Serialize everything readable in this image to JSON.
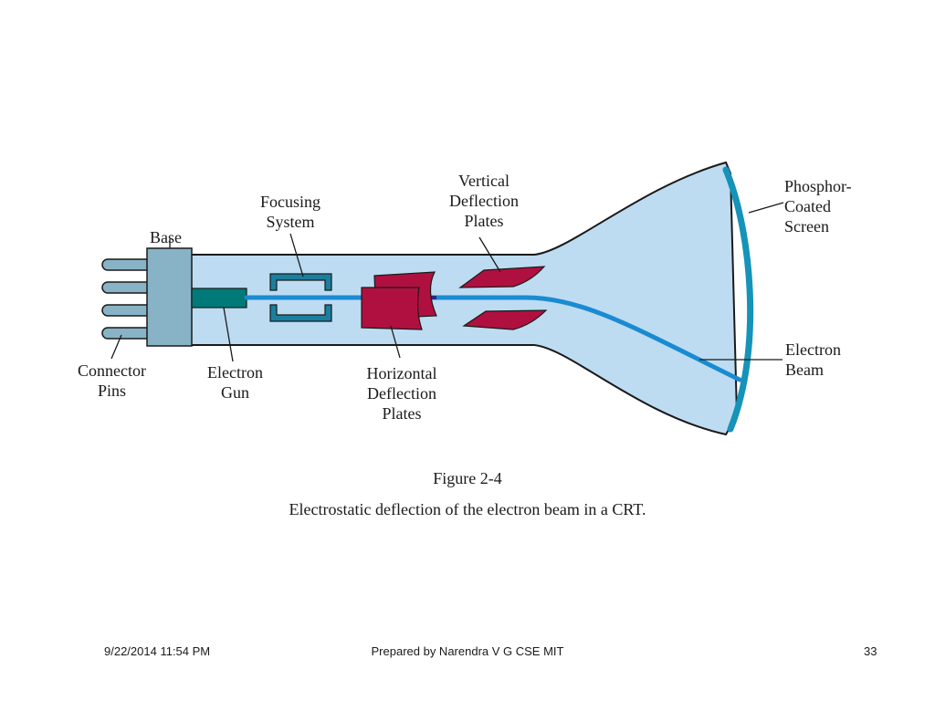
{
  "diagram": {
    "labels": {
      "base": [
        "Base"
      ],
      "focusing_system": [
        "Focusing",
        "System"
      ],
      "vertical_plates": [
        "Vertical",
        "Deflection",
        "Plates"
      ],
      "phosphor_screen": [
        "Phosphor-",
        "Coated",
        "Screen"
      ],
      "connector_pins": [
        "Connector",
        "Pins"
      ],
      "electron_gun": [
        "Electron",
        "Gun"
      ],
      "horizontal_plates": [
        "Horizontal",
        "Deflection",
        "Plates"
      ],
      "electron_beam": [
        "Electron",
        "Beam"
      ]
    },
    "colors": {
      "tube_fill": "#bddcf2",
      "tube_outline": "#1a1a1a",
      "base_fill": "#88b3c6",
      "connector_pin": "#88b3c6",
      "electron_gun": "#007a78",
      "focusing_system": "#1a7f9e",
      "deflection_plates": "#b0103f",
      "beam": "#1a8bd1",
      "screen": "#1593b8"
    }
  },
  "caption": {
    "figure_number": "Figure 2-4",
    "text": "Electrostatic deflection of the electron beam in a CRT."
  },
  "footer": {
    "date": "9/22/2014 11:54 PM",
    "center": "Prepared by Narendra V G CSE MIT",
    "page_number": "33"
  }
}
